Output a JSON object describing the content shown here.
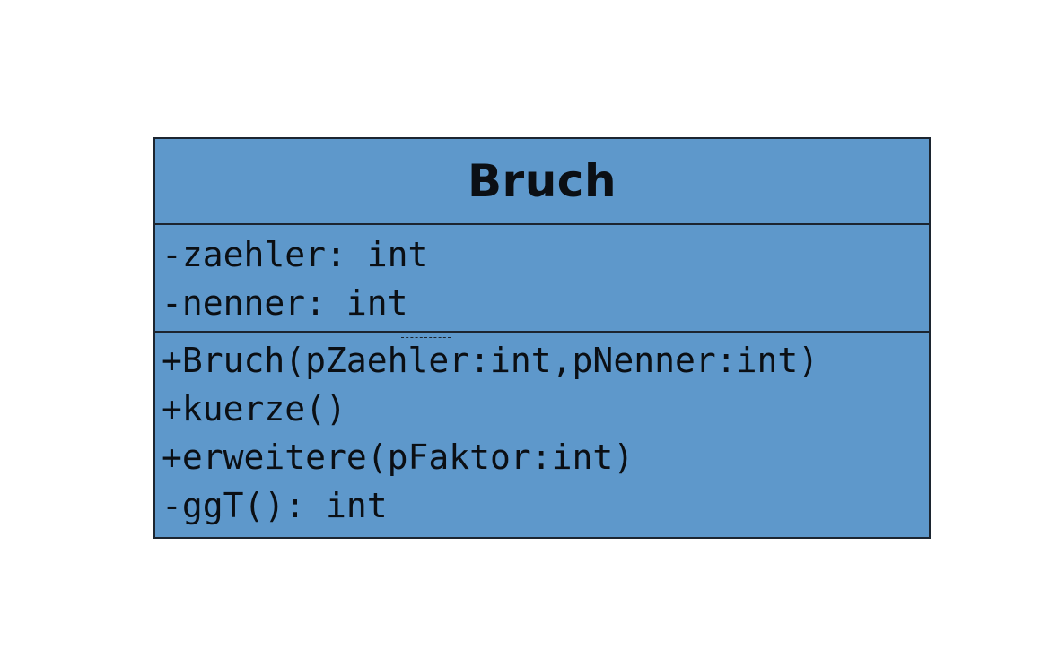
{
  "uml_class": {
    "name": "Bruch",
    "attributes": [
      "-zaehler: int",
      "-nenner: int"
    ],
    "operations": [
      "+Bruch(pZaehler:int,pNenner:int)",
      "+kuerze()",
      "+erweitere(pFaktor:int)",
      "-ggT(): int"
    ]
  },
  "colors": {
    "class_fill": "#5e98cb",
    "border": "#1c2530",
    "text": "#0b0f14",
    "background": "#ffffff"
  }
}
